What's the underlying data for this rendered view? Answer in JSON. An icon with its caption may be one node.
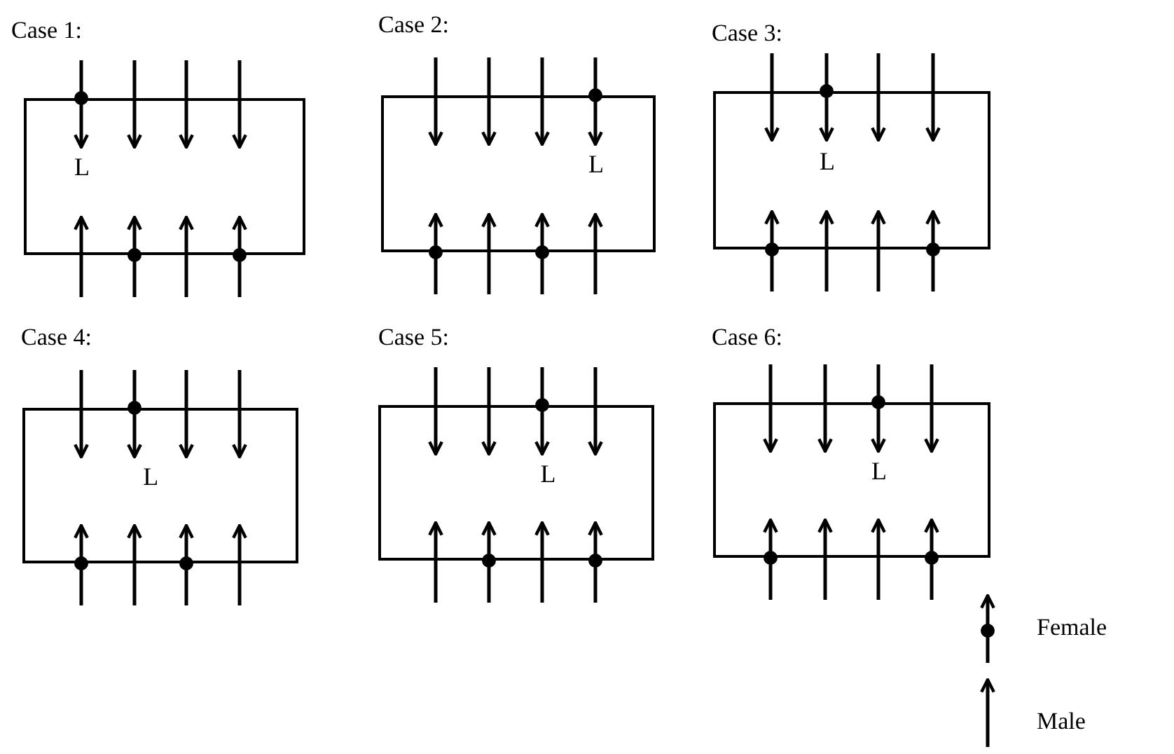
{
  "diagram": {
    "nodes": [
      {
        "text": [
          "Case 1:",
          "L"
        ]
      },
      {
        "text": [
          "Case 2:",
          "L"
        ]
      },
      {
        "text": [
          "Case 3:",
          "L"
        ]
      },
      {
        "text": [
          "Case 4:",
          "L"
        ]
      },
      {
        "text": [
          "Case 5:",
          "L"
        ]
      },
      {
        "text": [
          "Case 6:",
          "L"
        ]
      }
    ],
    "edges": [
      {
        "from": null,
        "to": 0,
        "arrow": "to"
      },
      {
        "from": null,
        "to": 0,
        "arrow": "to"
      },
      {
        "from": null,
        "to": 0,
        "arrow": "to"
      },
      {
        "from": null,
        "to": 0,
        "arrow": "to"
      },
      {
        "from": null,
        "to": 0,
        "arrow": "to"
      },
      {
        "from": null,
        "to": 0,
        "arrow": "to"
      },
      {
        "from": null,
        "to": 0,
        "arrow": "to"
      },
      {
        "from": null,
        "to": 0,
        "arrow": "to"
      },
      {
        "from": null,
        "to": 1,
        "arrow": "to"
      },
      {
        "from": null,
        "to": 1,
        "arrow": "to"
      },
      {
        "from": null,
        "to": 1,
        "arrow": "to"
      },
      {
        "from": null,
        "to": 1,
        "arrow": "to"
      },
      {
        "from": null,
        "to": 1,
        "arrow": "to"
      },
      {
        "from": null,
        "to": 1,
        "arrow": "to"
      },
      {
        "from": null,
        "to": 1,
        "arrow": "to"
      },
      {
        "from": null,
        "to": 1,
        "arrow": "to"
      },
      {
        "from": null,
        "to": 2,
        "arrow": "to"
      },
      {
        "from": null,
        "to": 2,
        "arrow": "to"
      },
      {
        "from": null,
        "to": 2,
        "arrow": "to"
      },
      {
        "from": null,
        "to": 2,
        "arrow": "to"
      },
      {
        "from": null,
        "to": 2,
        "arrow": "to"
      },
      {
        "from": null,
        "to": 2,
        "arrow": "to"
      },
      {
        "from": null,
        "to": 2,
        "arrow": "to"
      },
      {
        "from": null,
        "to": 2,
        "arrow": "to"
      },
      {
        "from": null,
        "to": 3,
        "arrow": "to"
      },
      {
        "from": null,
        "to": 3,
        "arrow": "to"
      },
      {
        "from": null,
        "to": 3,
        "arrow": "to"
      },
      {
        "from": null,
        "to": 3,
        "arrow": "to"
      },
      {
        "from": null,
        "to": 3,
        "arrow": "to"
      },
      {
        "from": null,
        "to": 3,
        "arrow": "to"
      },
      {
        "from": null,
        "to": 3,
        "arrow": "to"
      },
      {
        "from": null,
        "to": 3,
        "arrow": "to"
      },
      {
        "from": null,
        "to": 4,
        "arrow": "to"
      },
      {
        "from": null,
        "to": 4,
        "arrow": "to"
      },
      {
        "from": null,
        "to": 4,
        "arrow": "to"
      },
      {
        "from": null,
        "to": 4,
        "arrow": "to"
      },
      {
        "from": null,
        "to": 4,
        "arrow": "to"
      },
      {
        "from": null,
        "to": 4,
        "arrow": "to"
      },
      {
        "from": null,
        "to": 4,
        "arrow": "to"
      },
      {
        "from": null,
        "to": 4,
        "arrow": "to"
      },
      {
        "from": null,
        "to": 5,
        "arrow": "to"
      },
      {
        "from": null,
        "to": 5,
        "arrow": "to"
      },
      {
        "from": null,
        "to": 5,
        "arrow": "to"
      },
      {
        "from": null,
        "to": 5,
        "arrow": "to"
      },
      {
        "from": null,
        "to": 5,
        "arrow": "to"
      },
      {
        "from": null,
        "to": 5,
        "arrow": "to"
      },
      {
        "from": null,
        "to": 5,
        "arrow": "to"
      },
      {
        "from": null,
        "to": 5,
        "arrow": "to"
      }
    ],
    "legend": [
      {
        "text": "Female"
      },
      {
        "text": "Male"
      }
    ]
  }
}
